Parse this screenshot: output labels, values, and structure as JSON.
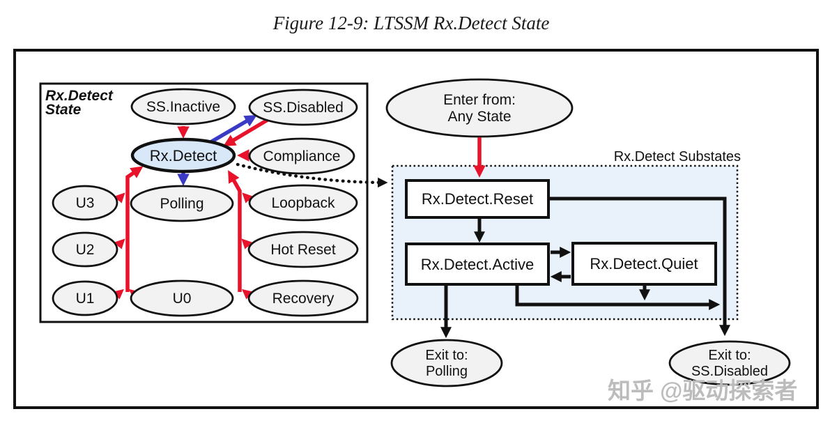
{
  "title": "Figure 12-9: LTSSM Rx.Detect State",
  "colors": {
    "red": "#e8132b",
    "blue": "#3a3ac4",
    "state_fill": "#f2f2f2",
    "highlight_fill": "#d9e8f8",
    "substates_fill": "#e9f1fb",
    "watermark": "#bcbcbc"
  },
  "left_panel": {
    "label_line1": "Rx.Detect",
    "label_line2": "State",
    "states": {
      "ss_inactive": "SS.Inactive",
      "ss_disabled": "SS.Disabled",
      "rx_detect": "Rx.Detect",
      "compliance": "Compliance",
      "u3": "U3",
      "polling": "Polling",
      "loopback": "Loopback",
      "u2": "U2",
      "hot_reset": "Hot Reset",
      "u1": "U1",
      "u0": "U0",
      "recovery": "Recovery"
    }
  },
  "substates_panel": {
    "enter_line1": "Enter from:",
    "enter_line2": "Any State",
    "box_label": "Rx.Detect Substates",
    "reset": "Rx.Detect.Reset",
    "active": "Rx.Detect.Active",
    "quiet": "Rx.Detect.Quiet",
    "exit_polling_line1": "Exit to:",
    "exit_polling_line2": "Polling",
    "exit_disabled_line1": "Exit to:",
    "exit_disabled_line2": "SS.Disabled"
  },
  "watermark": "知乎 @驱动探索者"
}
